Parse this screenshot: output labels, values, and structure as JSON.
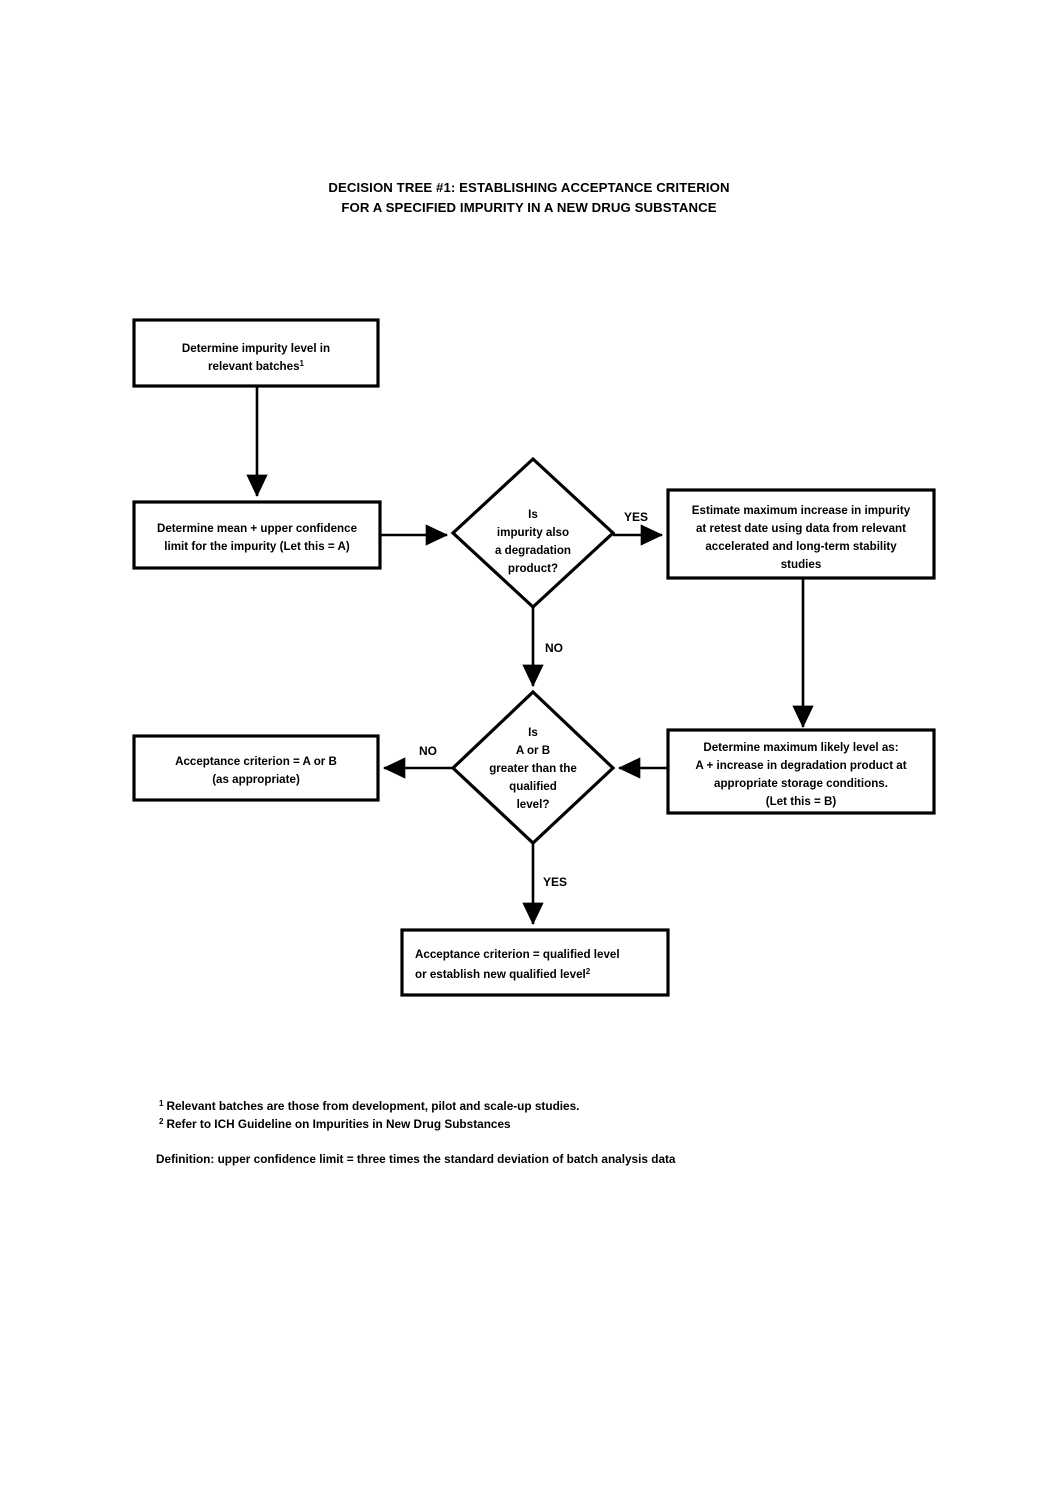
{
  "document": {
    "title_line1": "DECISION TREE #1: ESTABLISHING ACCEPTANCE CRITERION",
    "title_line2": "FOR A SPECIFIED IMPURITY IN A NEW DRUG SUBSTANCE"
  },
  "nodes": {
    "determine_impurity_level": {
      "type": "process",
      "lines": [
        "Determine impurity level in",
        "relevant batches"
      ],
      "superscript": "1"
    },
    "determine_mean_ucl": {
      "type": "process",
      "lines": [
        "Determine mean + upper confidence",
        "limit for the impurity (Let this = A)"
      ]
    },
    "is_degradation_product": {
      "type": "decision",
      "lines": [
        "Is",
        "impurity also",
        "a degradation",
        "product?"
      ]
    },
    "estimate_max_increase": {
      "type": "process",
      "lines": [
        "Estimate maximum increase in impurity",
        "at retest date using data from relevant",
        "accelerated and long-term stability",
        "studies"
      ]
    },
    "determine_max_likely_level": {
      "type": "process",
      "lines": [
        "Determine maximum likely level as:",
        "A + increase in degradation product at",
        "appropriate storage conditions.",
        "(Let this = B)"
      ]
    },
    "is_greater_than_qualified": {
      "type": "decision",
      "lines": [
        "Is",
        "A or B",
        "greater than the",
        "qualified",
        "level?"
      ]
    },
    "acceptance_a_or_b": {
      "type": "process",
      "lines": [
        "Acceptance criterion = A or B",
        "(as appropriate)"
      ]
    },
    "acceptance_qualified_level": {
      "type": "process",
      "lines": [
        "Acceptance criterion = qualified level",
        "or establish new qualified level"
      ],
      "superscript": "2"
    }
  },
  "edges": {
    "degradation_yes": "YES",
    "degradation_no": "NO",
    "qualified_no": "NO",
    "qualified_yes": "YES"
  },
  "footnotes": {
    "marker1": "1",
    "note1": "Relevant batches are those from development, pilot and scale-up studies.",
    "marker2": "2",
    "note2": "Refer to ICH Guideline on Impurities in New Drug Substances",
    "definition": "Definition: upper confidence limit = three times the standard deviation of batch analysis data"
  },
  "colors": {
    "ink": "#000000",
    "paper": "#ffffff"
  }
}
